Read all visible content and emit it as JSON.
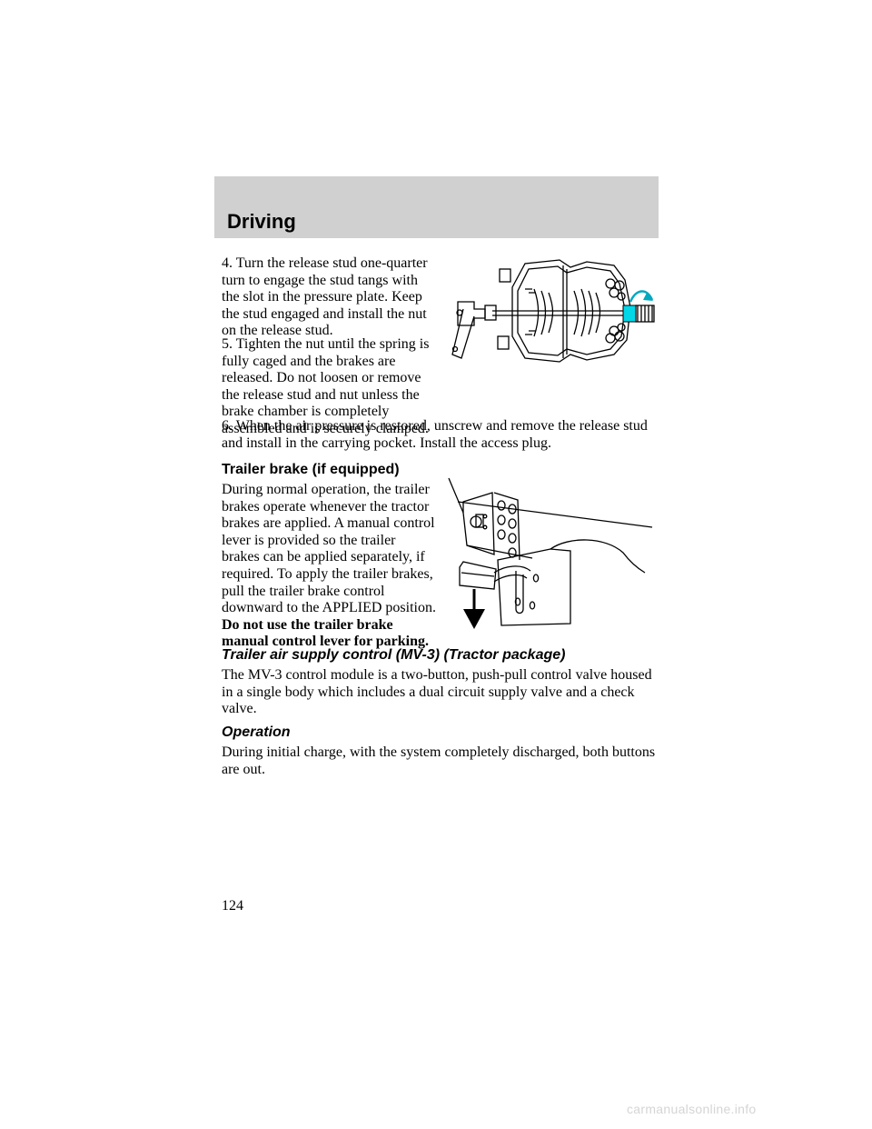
{
  "header": {
    "section_title": "Driving"
  },
  "body": {
    "step4": "4. Turn the release stud one-quarter turn to engage the stud tangs with the slot in the pressure plate. Keep the stud engaged and install the nut on the release stud.",
    "step5": "5. Tighten the nut until the spring is fully caged and the brakes are released. Do not loosen or remove the release stud and nut unless the brake chamber is completely assembled and is securely clamped.",
    "step6": "6. When the air pressure is restored, unscrew and remove the release stud and install in the carrying pocket. Install the access plug.",
    "trailer_brake_heading": "Trailer brake (if equipped)",
    "trailer_brake_text": "During normal operation, the trailer brakes operate whenever the tractor brakes are applied. A manual control lever is provided so the trailer brakes can be applied separately, if required. To apply the trailer brakes, pull the trailer brake control downward to the APPLIED position.",
    "trailer_brake_warning": "Do not use the trailer brake manual control lever for parking.",
    "mv3_heading": "Trailer air supply control (MV-3) (Tractor package)",
    "mv3_text": "The MV-3 control module is a two-button, push-pull control valve housed in a single body which includes a dual circuit supply valve and a check valve.",
    "operation_heading": "Operation",
    "operation_text": "During initial charge, with the system completely discharged, both buttons are out."
  },
  "footer": {
    "page_number": "124",
    "watermark": "carmanualsonline.info"
  },
  "colors": {
    "header_band": "#d0d0d0",
    "highlight_cyan": "#00d8e8",
    "watermark": "#d5d5d5"
  }
}
